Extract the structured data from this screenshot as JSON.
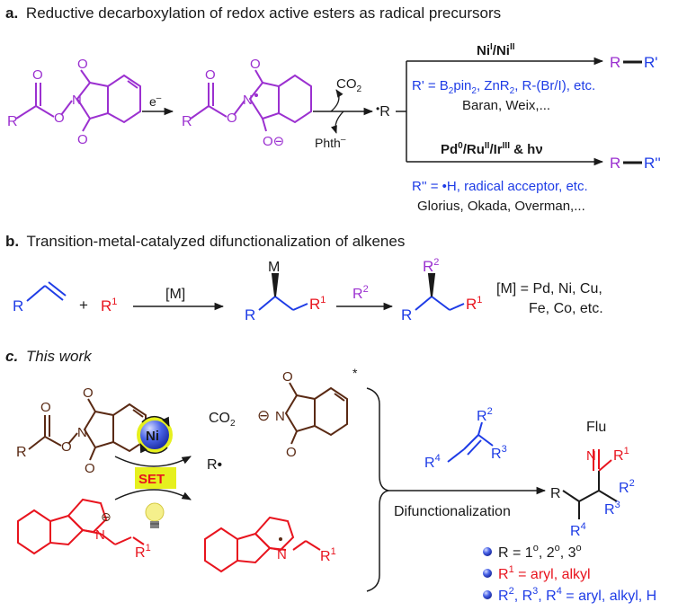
{
  "colors": {
    "black": "#1a1a1a",
    "purple": "#9b30d0",
    "blue": "#1e3ce6",
    "red": "#e8141e",
    "brown": "#5a2a14",
    "yellow": "#e6f01e",
    "bulb": "#f5f08c"
  },
  "section_a": {
    "letter": "a.",
    "title": "Reductive decarboxylation of  redox active esters as radical precursors",
    "electron": "e",
    "electron_sup": "–",
    "co2": "CO",
    "co2_sub": "2",
    "phth": "Phth",
    "phth_sup": "–",
    "radical_r": "R",
    "o_minus": "O",
    "top_catalyst": "Ni",
    "top_catalyst_sup1": "I",
    "top_catalyst_mid": "/Ni",
    "top_catalyst_sup2": "II",
    "top_product": "R",
    "top_product_r": "R'",
    "top_reagents": "R' = B",
    "top_reagents_sub": "2",
    "top_reagents_rest": "pin",
    "top_reagents_sub2": "2",
    "top_reagents_rest2": ", ZnR",
    "top_reagents_sub3": "2",
    "top_reagents_rest3": ", R-(Br/I), etc.",
    "top_authors": "Baran, Weix,...",
    "bottom_catalyst": "Pd",
    "bottom_catalyst_sup1": "0",
    "bottom_catalyst_mid1": "/Ru",
    "bottom_catalyst_sup2": "II",
    "bottom_catalyst_mid2": "/Ir",
    "bottom_catalyst_sup3": "III",
    "bottom_catalyst_end": " & hν",
    "bottom_product": "R",
    "bottom_product_r": "R''",
    "bottom_reagents": "R'' = •H, radical acceptor, etc.",
    "bottom_authors": "Glorius, Okada, Overman,..."
  },
  "section_b": {
    "letter": "b.",
    "title": "Transition-metal-catalyzed difunctionalization of alkenes",
    "alkene_r": "R",
    "plus": "+",
    "r1": "R",
    "r1_sup": "1",
    "catalyst": "[M]",
    "m_label": "M",
    "r2": "R",
    "r2_sup": "2",
    "metals_line1": "[M] = Pd, Ni, Cu,",
    "metals_line2": "Fe, Co, etc."
  },
  "section_c": {
    "letter": "c.",
    "title": "This work",
    "r_ester": "R",
    "ni": "Ni",
    "set": "SET",
    "co2": "CO",
    "co2_sub": "2",
    "radical": "R•",
    "asterisk": "*",
    "n_label": "N",
    "r1": "R",
    "r1_sup": "1",
    "r2": "R",
    "r2_sup": "2",
    "r3": "R",
    "r3_sup": "3",
    "r4": "R",
    "r4_sup": "4",
    "flu": "Flu",
    "arrow_label": "Difunctionalization",
    "product_r": "R",
    "bullets": [
      {
        "pre": "R = 1",
        "s1": "o",
        "m1": ", 2",
        "s2": "o",
        "m2": ", 3",
        "s3": "o"
      },
      {
        "pre": "R",
        "s1": "1",
        "m1": " = aryl, alkyl"
      },
      {
        "pre": "R",
        "s1": "2",
        "m1": ", R",
        "s2": "3",
        "m2": ", R",
        "s3": "4",
        "m3": " = aryl, alkyl, H"
      }
    ]
  }
}
